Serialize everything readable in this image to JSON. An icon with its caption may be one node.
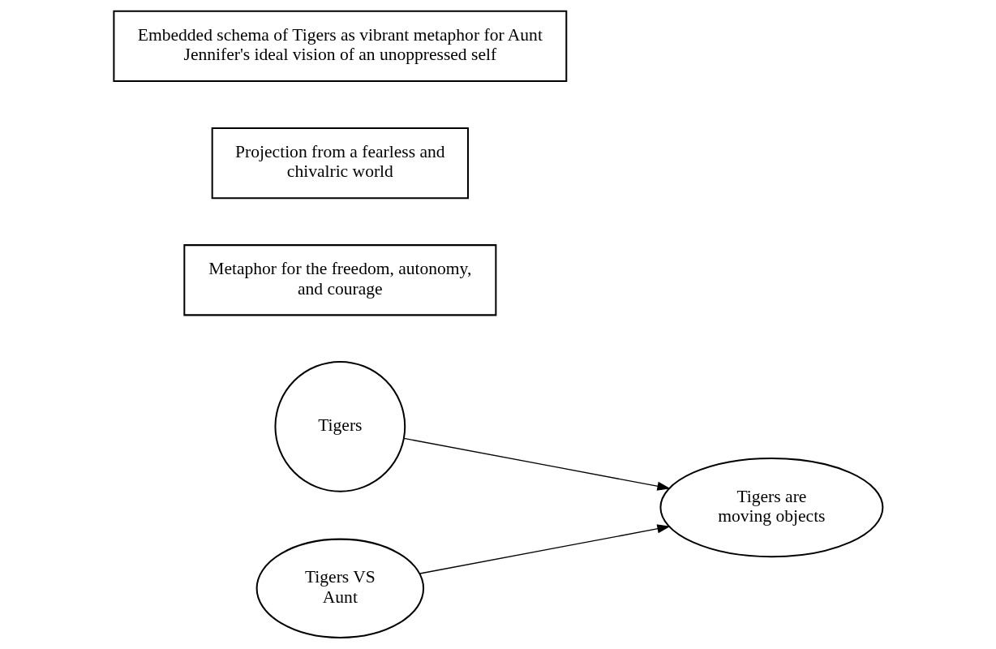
{
  "diagram": {
    "nodes": [
      {
        "text": [
          "Tigers"
        ]
      },
      {
        "text": [
          "Tigers are moving objects"
        ]
      },
      {
        "text": [
          "Metaphor for the freedom, autonomy, and courage"
        ]
      },
      {
        "text": [
          "Projection from a fearless and chivalric world"
        ]
      },
      {
        "text": [
          "Tigers VS Aunt"
        ]
      },
      {
        "text": [
          "Embedded schema of Tigers as vibrant metaphor for Aunt Jennifer's ideal vision of an unoppressed self"
        ]
      }
    ],
    "edges": [
      {
        "from": 0,
        "to": 1,
        "arrow": "to"
      },
      {
        "from": 4,
        "to": 1,
        "arrow": "to"
      }
    ]
  }
}
